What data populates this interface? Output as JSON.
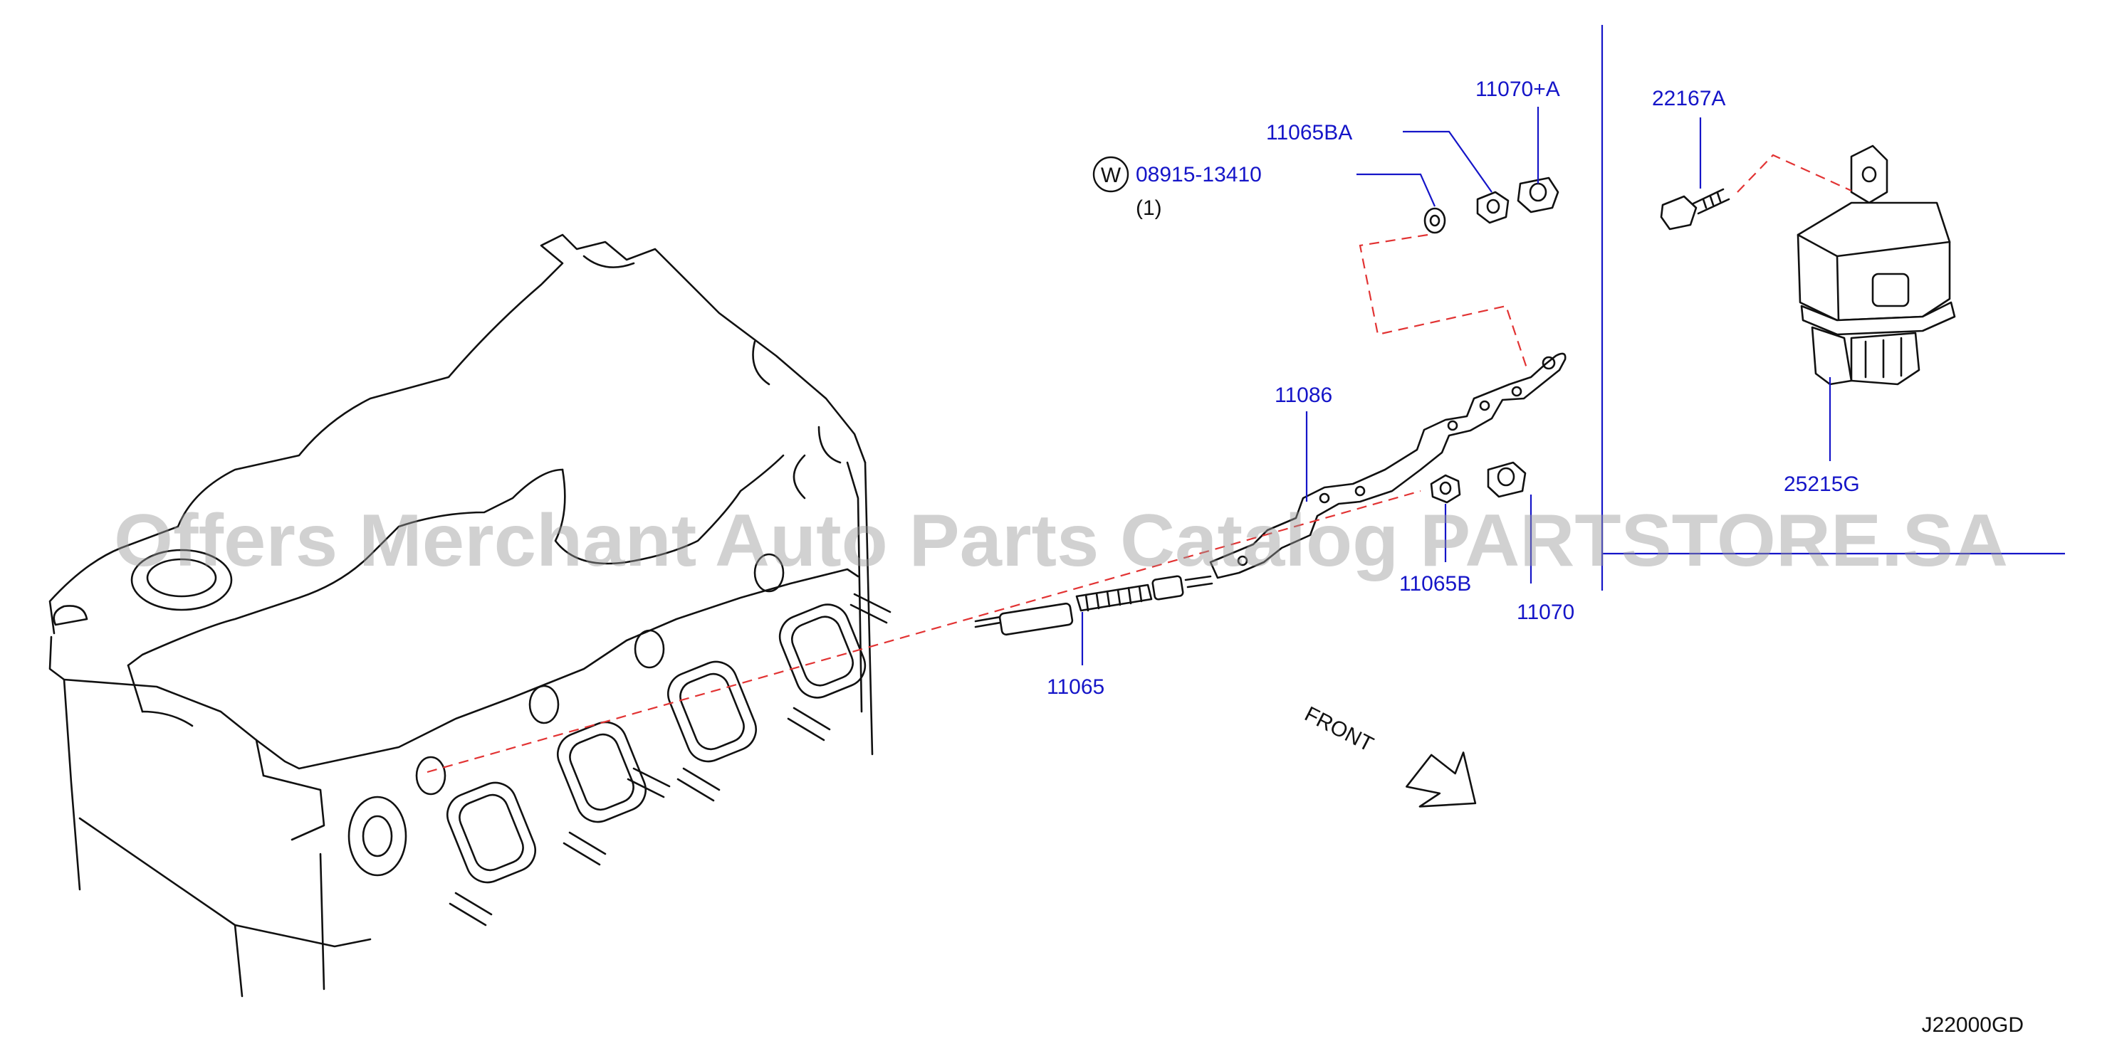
{
  "labels": {
    "washer_code": "W",
    "washer_part": "08915-13410",
    "washer_qty": "(1)",
    "p11065BA": "11065BA",
    "p11070A": "11070+A",
    "p22167A": "22167A",
    "p11086": "11086",
    "p25215G": "25215G",
    "p11065B": "11065B",
    "p11070": "11070",
    "p11065": "11065",
    "front": "FRONT",
    "diagram_code": "J22000GD"
  },
  "watermark": "Offers Merchant Auto Parts Catalog PARTSTORE.SA",
  "colors": {
    "part_number": "#1515c8",
    "line_art": "#111111",
    "dashed_link": "#e23333",
    "watermark": "#9a9a9a",
    "background": "#ffffff"
  }
}
